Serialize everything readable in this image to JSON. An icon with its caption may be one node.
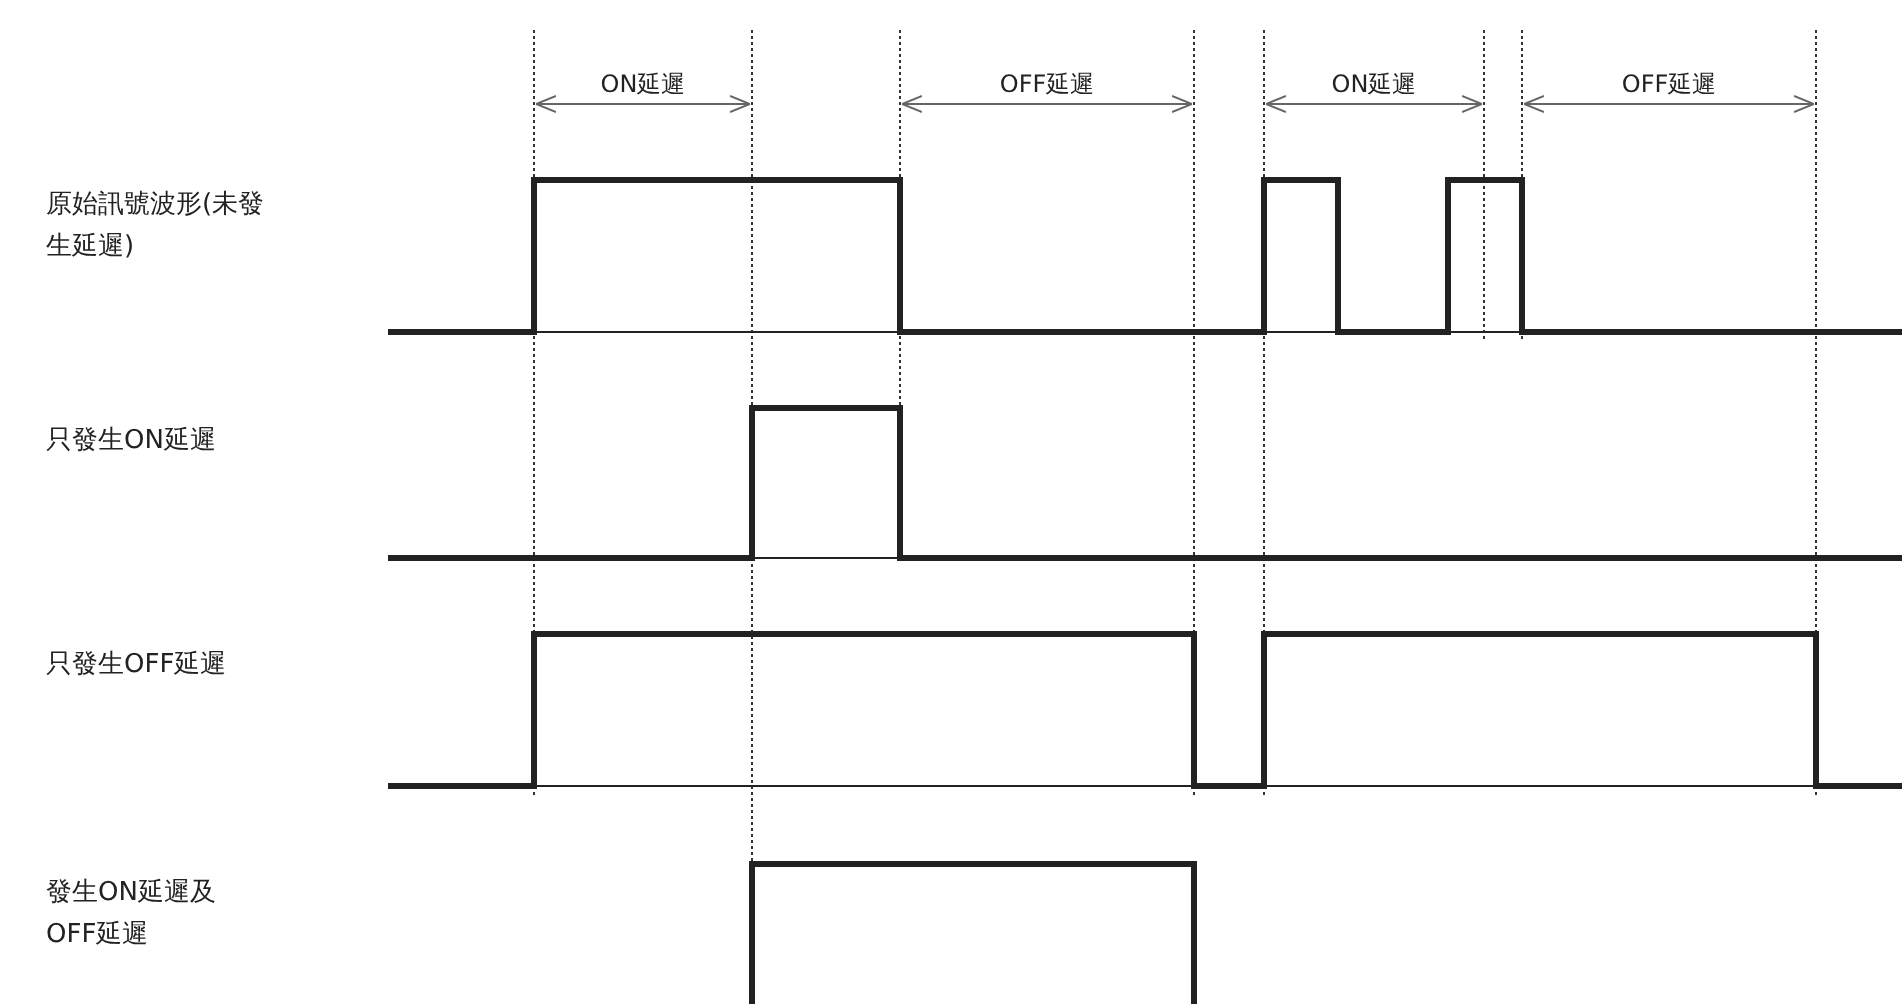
{
  "diagram": {
    "labels": [
      "ON延遲",
      "OFF延遲",
      "ON延遲",
      "OFF延遲",
      "原始訊號波形(未發生延遲)",
      "只發生ON延遲",
      "只發生OFF延遲",
      "發生ON延遲及OFF延遲"
    ]
  }
}
